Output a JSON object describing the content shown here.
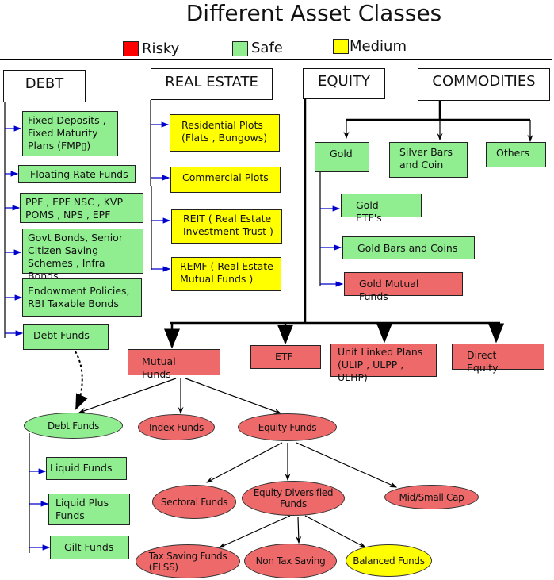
{
  "title": "Different Asset Classes",
  "legend": [
    {
      "label": "Risky",
      "color": "#ff0000"
    },
    {
      "label": "Safe",
      "color": "#90ee90"
    },
    {
      "label": "Medium",
      "color": "#ffff00"
    }
  ],
  "colors": {
    "risky": "#ee6a6a",
    "safe": "#90ee90",
    "medium": "#ffff00",
    "connector_blue": "#0000cc"
  },
  "debt": {
    "header": "DEBT",
    "items": [
      "Fixed Deposits ,\nFixed Maturity\nPlans (FMP▯)",
      "Floating Rate Funds",
      "PPF , EPF NSC , KVP\nPOMS , NPS , EPF",
      "Govt Bonds, Senior\nCitizen Saving\nSchemes , Infra Bonds",
      "Endowment Policies,\nRBI Taxable Bonds",
      "Debt Funds"
    ]
  },
  "real_estate": {
    "header": "REAL ESTATE",
    "items": [
      "Residential Plots\n(Flats , Bungows)",
      "Commercial Plots",
      "REIT ( Real Estate\nInvestment Trust )",
      "REMF ( Real Estate\nMutual Funds )"
    ]
  },
  "equity": {
    "header": "EQUITY",
    "items": [
      "Mutual Funds",
      "ETF",
      "Unit Linked Plans\n(ULIP , ULPP , ULHP)",
      "Direct Equity"
    ]
  },
  "commodities": {
    "header": "COMMODITIES",
    "items": [
      "Gold",
      "Silver Bars\nand Coin",
      "Others"
    ],
    "gold_items": [
      "Gold ETF's",
      "Gold Bars and Coins",
      "Gold Mutual Funds"
    ]
  },
  "mutual_funds": {
    "types": [
      "Debt Funds",
      "Index Funds",
      "Equity Funds"
    ],
    "debt_fund_types": [
      "Liquid Funds",
      "Liquid Plus\nFunds",
      "Gilt Funds"
    ],
    "equity_fund_types": [
      "Sectoral Funds",
      "Equity Diversified Funds",
      "Mid/Small Cap"
    ],
    "diversified_types": [
      "Tax Saving Funds\n(ELSS)",
      "Non Tax Saving",
      "Balanced Funds"
    ]
  }
}
